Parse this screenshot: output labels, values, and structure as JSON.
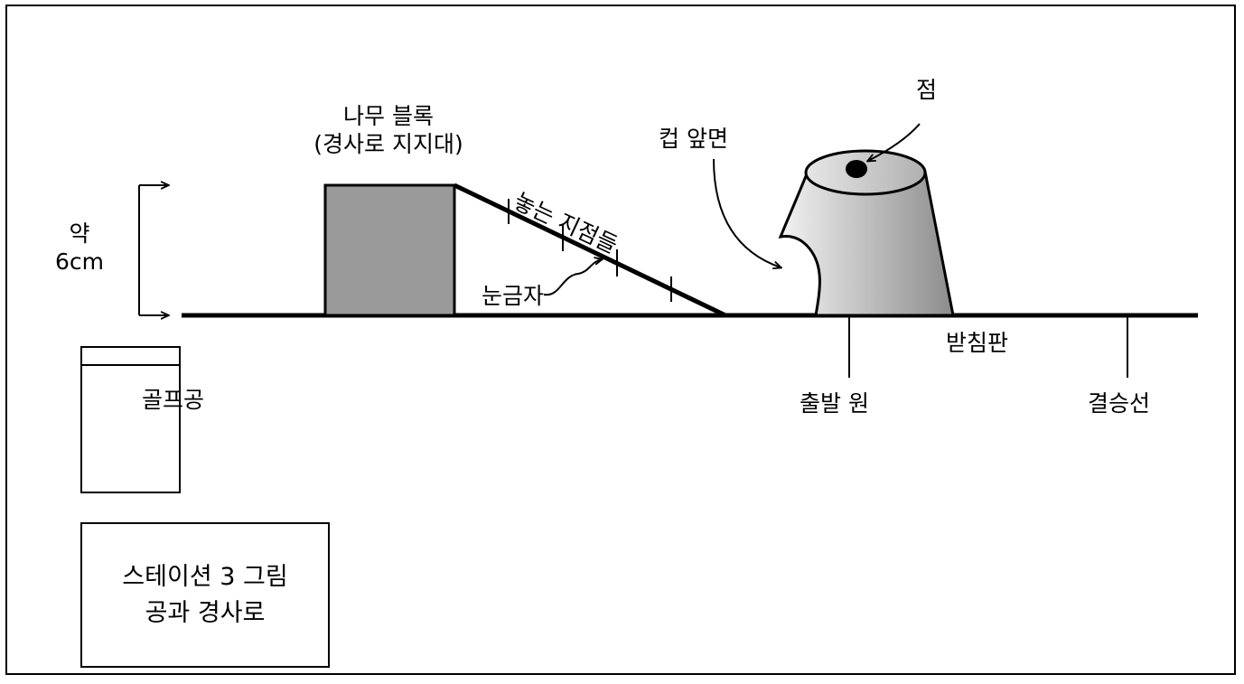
{
  "labels": {
    "block_line1": "나무 블록",
    "block_line2": "(경사로 지지대)",
    "placement_points": "놓는 지점들",
    "tick_marks": "눈금자",
    "cup_front": "컵 앞면",
    "dot": "점",
    "height_line1": "약",
    "height_line2": "6cm",
    "base": "받침판",
    "start_circle": "출발 원",
    "finish_line": "결승선",
    "golf_ball": "골프공"
  },
  "caption": {
    "line1": "스테이션 3 그림",
    "line2": "공과 경사로"
  },
  "colors": {
    "block": "#9a9a9a",
    "cup_light": "#e8e8e8",
    "cup_dark": "#8c8c8c",
    "ink": "#000000"
  }
}
